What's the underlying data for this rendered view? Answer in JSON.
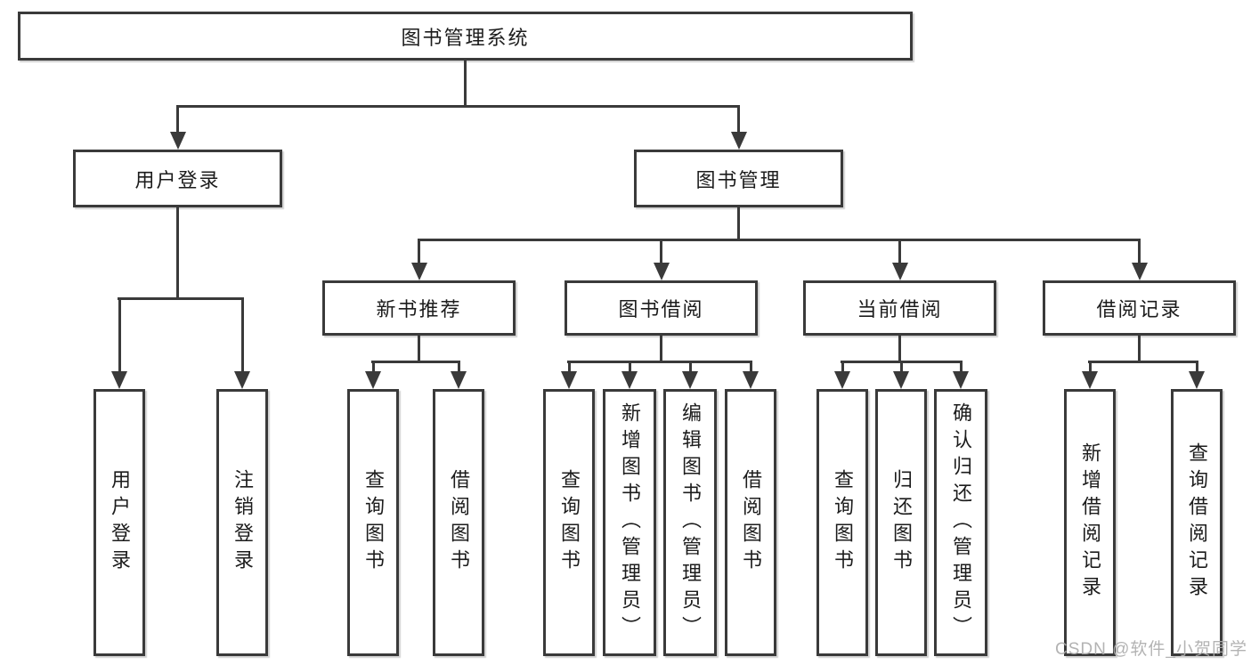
{
  "colors": {
    "background": "#ffffff",
    "line": "#3a3a3a",
    "box_border": "#3a3a3a",
    "box_fill": "#ffffff",
    "text": "#1c1c1c",
    "watermark": "#adadad"
  },
  "tree": {
    "root": "图书管理系统",
    "branches": [
      {
        "label": "用户登录",
        "children": [
          {
            "label": "用户登录"
          },
          {
            "label": "注销登录"
          }
        ]
      },
      {
        "label": "图书管理",
        "children": [
          {
            "label": "新书推荐",
            "children": [
              {
                "label": "查询图书"
              },
              {
                "label": "借阅图书"
              }
            ]
          },
          {
            "label": "图书借阅",
            "children": [
              {
                "label": "查询图书"
              },
              {
                "label": "新增图书（管理员）"
              },
              {
                "label": "编辑图书（管理员）"
              },
              {
                "label": "借阅图书"
              }
            ]
          },
          {
            "label": "当前借阅",
            "children": [
              {
                "label": "查询图书"
              },
              {
                "label": "归还图书"
              },
              {
                "label": "确认归还（管理员）"
              }
            ]
          },
          {
            "label": "借阅记录",
            "children": [
              {
                "label": "新增借阅记录"
              },
              {
                "label": "查询借阅记录"
              }
            ]
          }
        ]
      }
    ]
  },
  "watermark": {
    "text": "CSDN @软件_小贺同学"
  }
}
